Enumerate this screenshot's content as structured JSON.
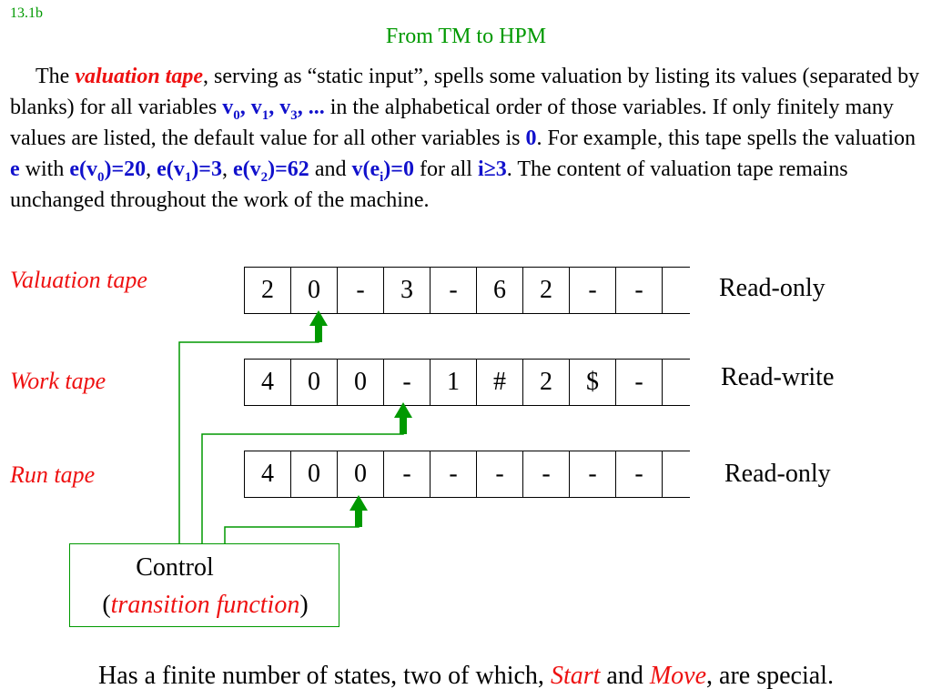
{
  "slide": {
    "number": "13.1b",
    "title": "From TM to HPM"
  },
  "intro": {
    "t1": "The ",
    "valuation_tape": "valuation tape",
    "t2": ", serving as “static input”, spells some valuation by listing its values (separated by blanks) for all variables ",
    "vars": "v0, v1, v3, ...",
    "t3": " in the alphabetical order of those variables. If only finitely many values are listed, the default value for all other variables is ",
    "zero": "0",
    "t4": ". For example, this tape spells the valuation ",
    "e": "e",
    "t5": " with ",
    "ev0": "e(v0)=20",
    "comma1": ", ",
    "ev1": "e(v1)=3",
    "comma2": ",",
    "ev2": "e(v2)=62",
    "t6": " and ",
    "vei": "v(ei)=0",
    "t7": " for all ",
    "ige3": "i≥3",
    "t8": ".  The content of valuation tape remains unchanged throughout the work of the machine."
  },
  "tapes": [
    {
      "label": "Valuation tape",
      "mode": "Read-only",
      "cells": [
        "2",
        "0",
        "-",
        "3",
        "-",
        "6",
        "2",
        "-",
        "-",
        ""
      ]
    },
    {
      "label": "Work tape",
      "mode": "Read-write",
      "cells": [
        "4",
        "0",
        "0",
        "-",
        "1",
        "#",
        "2",
        "$",
        "-",
        ""
      ]
    },
    {
      "label": "Run tape",
      "mode": "Read-only",
      "cells": [
        "4",
        "0",
        "0",
        "-",
        "-",
        "-",
        "-",
        "-",
        "-",
        ""
      ]
    }
  ],
  "control": {
    "title": "Control",
    "open": "(",
    "subtitle": "transition function",
    "close": ")"
  },
  "footer": {
    "t1": "Has a finite number of states, two of which, ",
    "start": "Start",
    "t2": " and ",
    "move": "Move",
    "t3": ",  are special."
  },
  "colors": {
    "green": "#009900",
    "red": "#ee1111",
    "blue": "#1111cc"
  }
}
